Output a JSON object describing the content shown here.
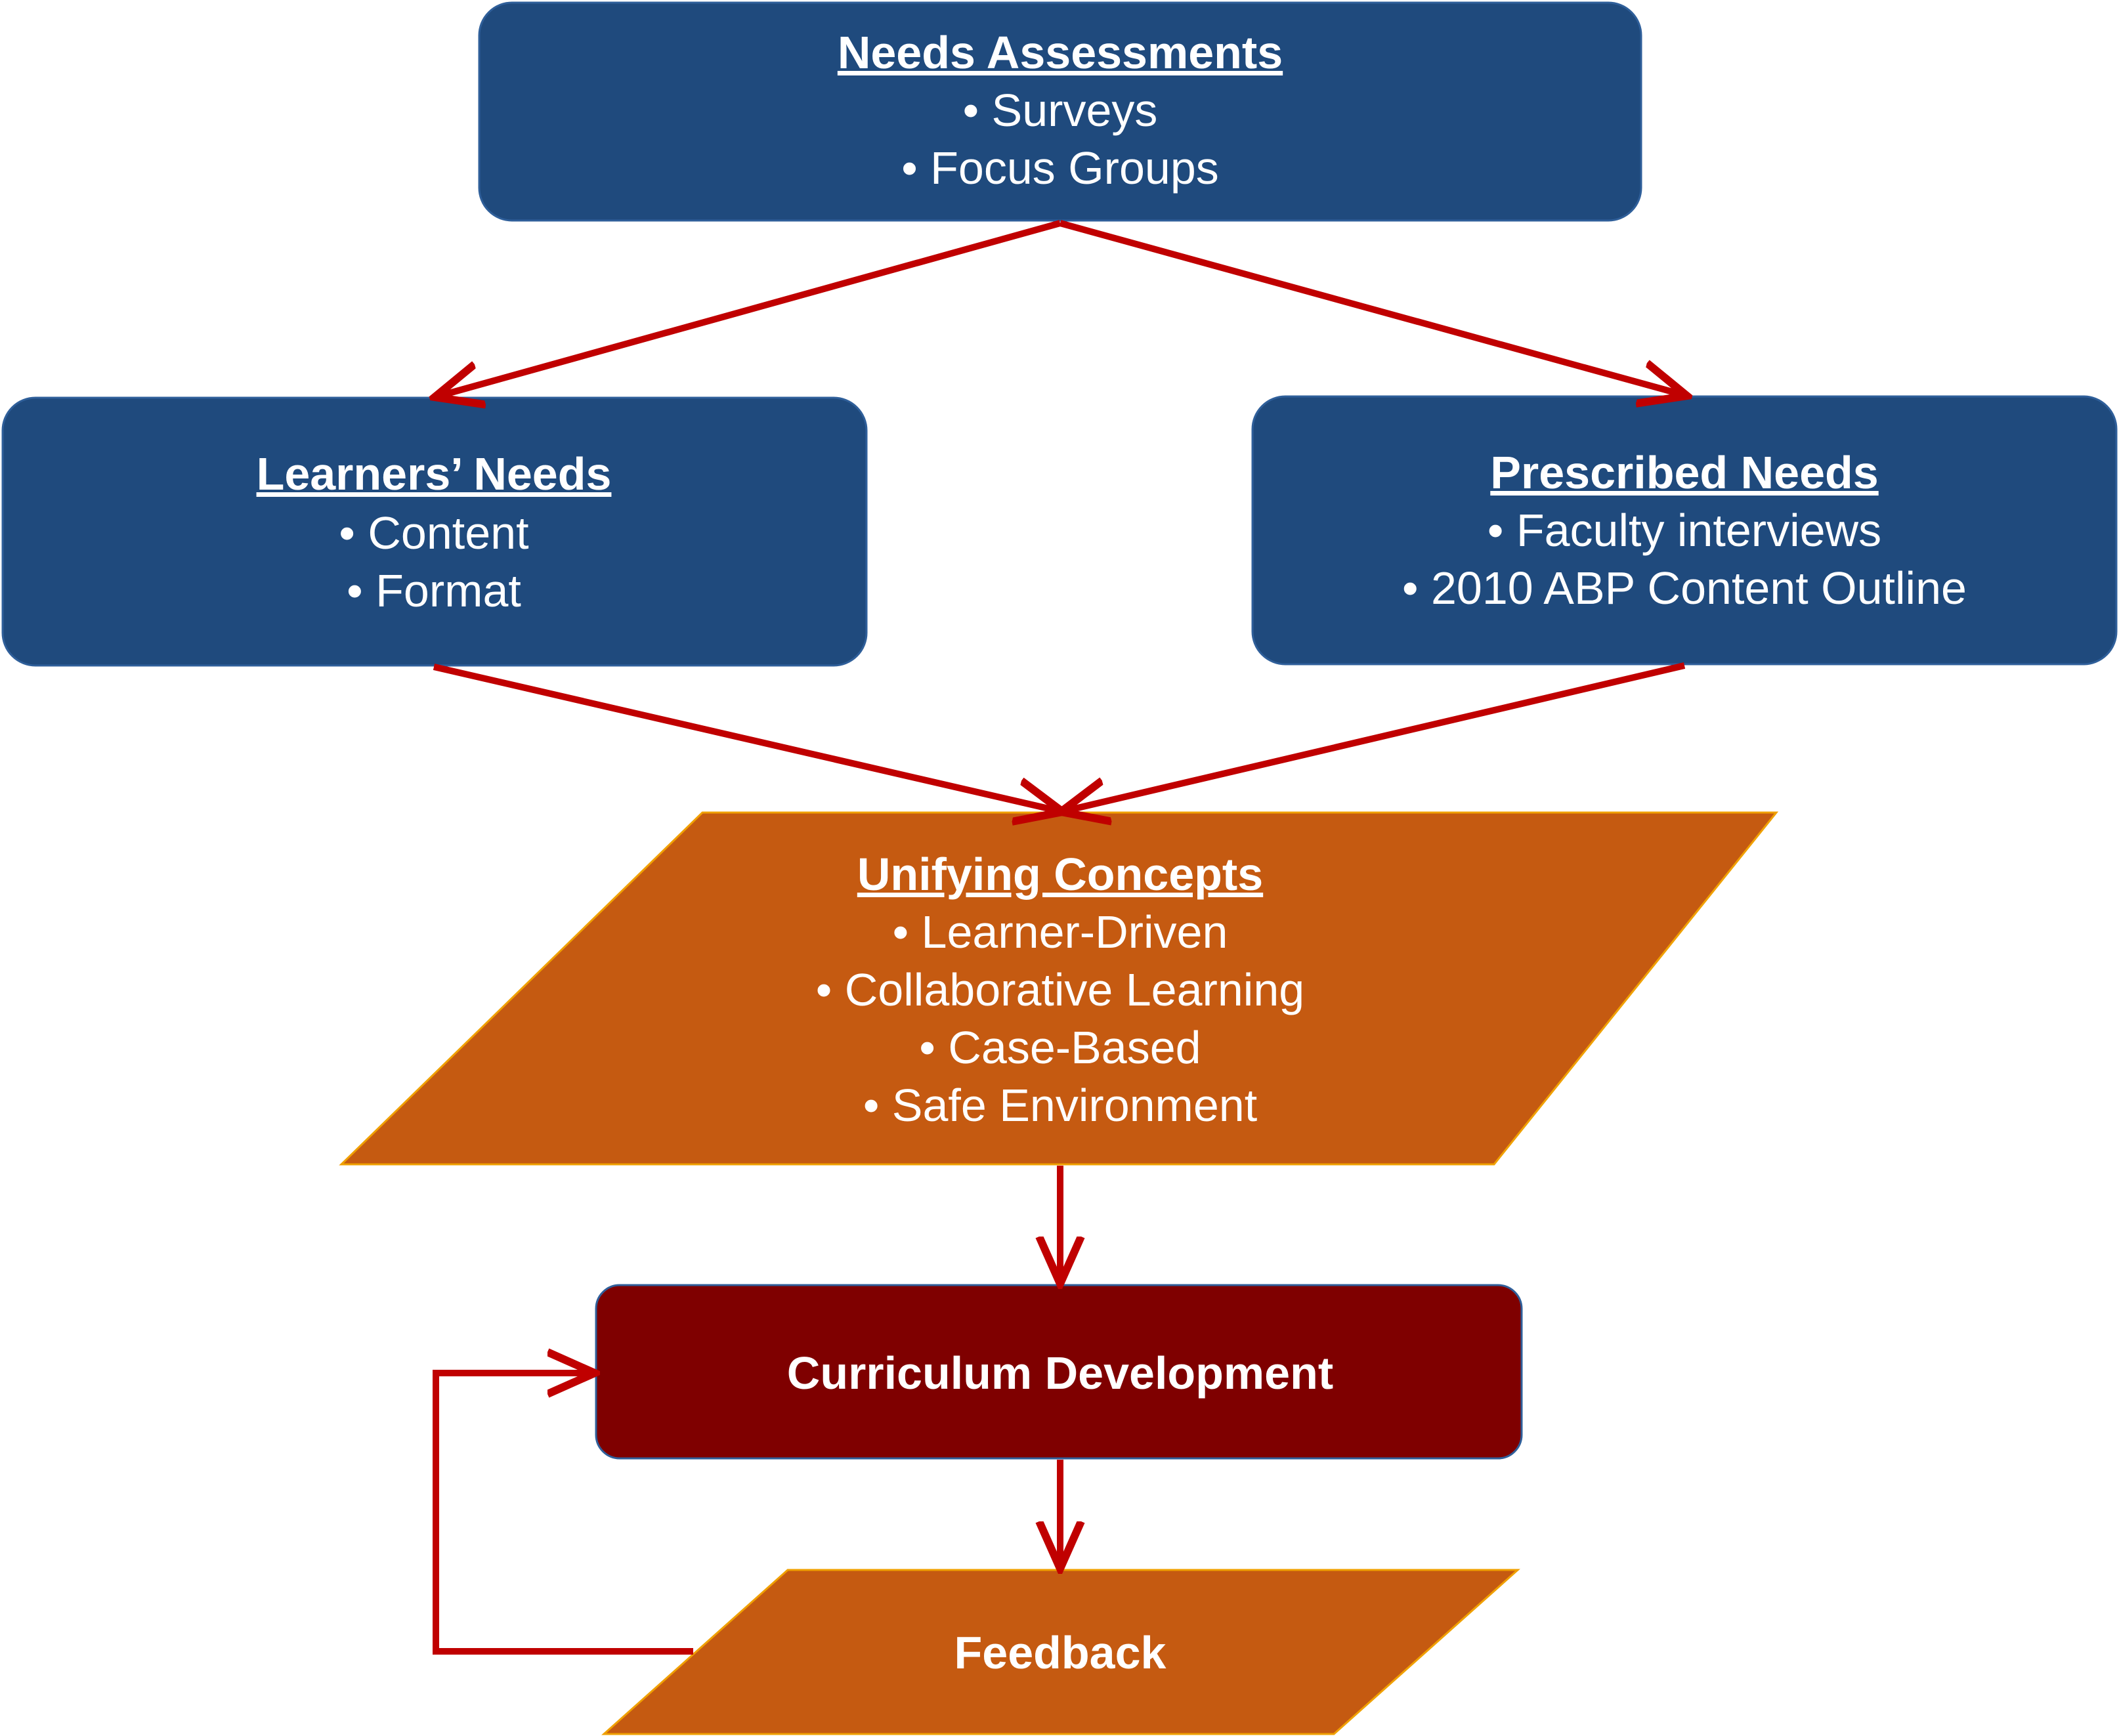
{
  "colors": {
    "blue_box": "#1f4a7d",
    "orange_box": "#c55a11",
    "maroon_box": "#7f0000",
    "arrow": "#c00000",
    "text": "#ffffff"
  },
  "nodes": {
    "needs_assessments": {
      "title": "Needs Assessments",
      "items": [
        "• Surveys",
        "• Focus Groups"
      ]
    },
    "learners_needs": {
      "title": "Learners’ Needs",
      "items": [
        "• Content",
        "• Format"
      ]
    },
    "prescribed_needs": {
      "title": "Prescribed Needs",
      "items": [
        "• Faculty interviews",
        "• 2010 ABP Content Outline"
      ]
    },
    "unifying_concepts": {
      "title": "Unifying Concepts",
      "items": [
        "• Learner-Driven",
        "• Collaborative Learning",
        "• Case-Based",
        "• Safe Environment"
      ]
    },
    "curriculum_development": {
      "title": "Curriculum Development"
    },
    "feedback": {
      "title": "Feedback"
    }
  }
}
